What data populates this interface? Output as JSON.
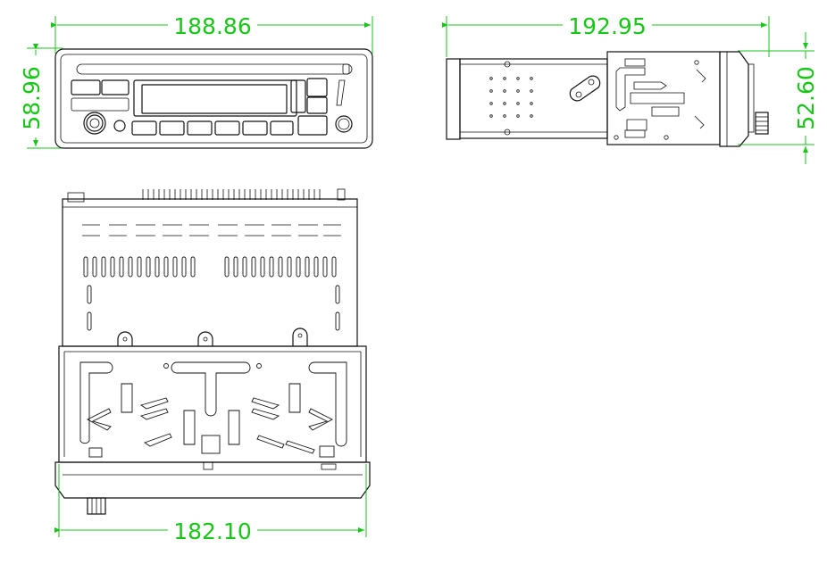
{
  "dimensions": {
    "front_width": "188.86",
    "front_height": "58.96",
    "side_length": "192.95",
    "side_height": "52.60",
    "top_width": "182.10"
  },
  "colors": {
    "dimension": "#17c617",
    "linework": "#111111",
    "background": "#ffffff"
  }
}
